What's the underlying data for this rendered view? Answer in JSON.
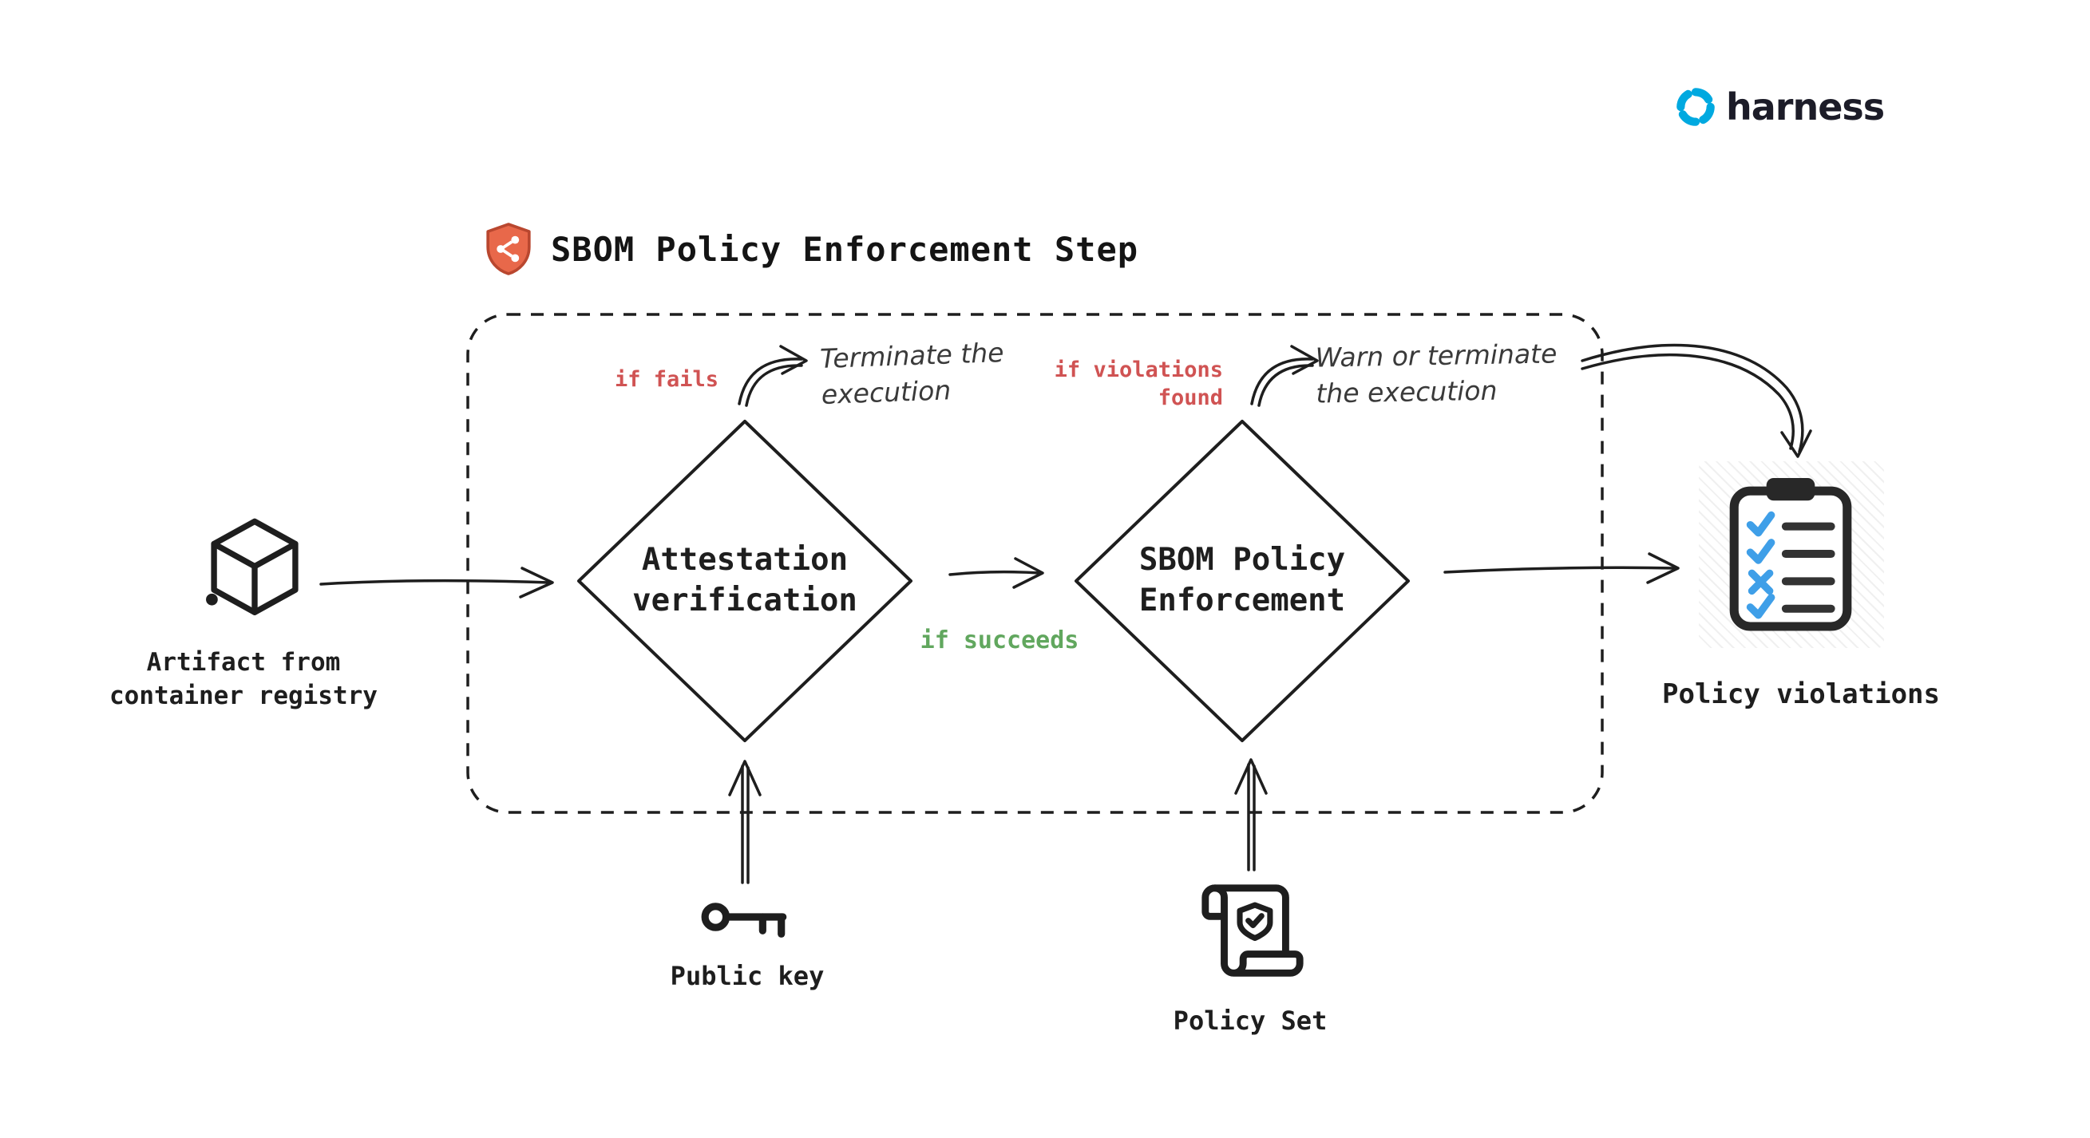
{
  "brand": {
    "name": "harness"
  },
  "title": "SBOM Policy Enforcement Step",
  "nodes": {
    "artifact": {
      "label": "Artifact from\ncontainer registry"
    },
    "attestation": {
      "label": "Attestation\nverification"
    },
    "sbom_policy": {
      "label": "SBOM Policy\nEnforcement"
    },
    "policy_violations": {
      "label": "Policy violations"
    },
    "public_key": {
      "label": "Public key"
    },
    "policy_set": {
      "label": "Policy Set"
    }
  },
  "annotations": {
    "if_fails": "if fails",
    "terminate_execution": "Terminate the\nexecution",
    "if_violations_found": "if violations\nfound",
    "warn_or_terminate": "Warn or terminate\nthe execution",
    "if_succeeds": "if succeeds"
  },
  "colors": {
    "ink": "#1e1e1e",
    "fail": "#d05353",
    "success": "#61a75e",
    "blue": "#3f9fe8",
    "brand": "#00a9e0",
    "shield": "#e8684a",
    "hand": "#3a3a3a"
  }
}
